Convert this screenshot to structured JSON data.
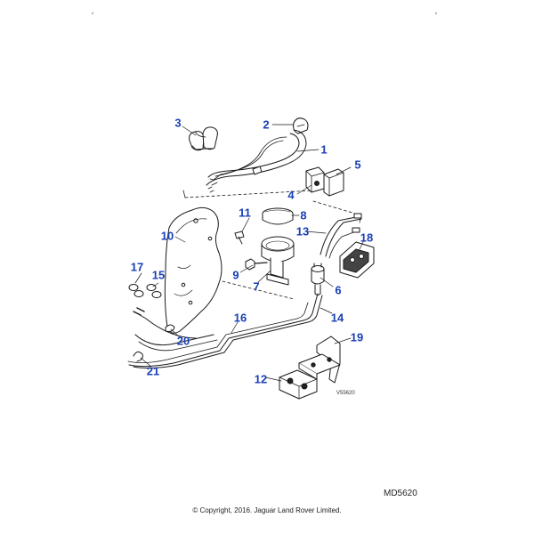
{
  "diagram": {
    "callouts": [
      {
        "label": "1"
      },
      {
        "label": "2"
      },
      {
        "label": "3"
      },
      {
        "label": "4"
      },
      {
        "label": "5"
      },
      {
        "label": "6"
      },
      {
        "label": "7"
      },
      {
        "label": "8"
      },
      {
        "label": "9"
      },
      {
        "label": "10"
      },
      {
        "label": "11"
      },
      {
        "label": "12"
      },
      {
        "label": "13"
      },
      {
        "label": "14"
      },
      {
        "label": "15"
      },
      {
        "label": "16"
      },
      {
        "label": "17"
      },
      {
        "label": "18"
      },
      {
        "label": "19"
      },
      {
        "label": "20"
      },
      {
        "label": "21"
      }
    ],
    "view_code": "V55620",
    "diagram_code": "MD5620",
    "copyright": "© Copyright, 2016. Jaguar Land Rover Limited.",
    "callout_color": "#1a3fb5",
    "line_color": "#1a1a1a"
  }
}
